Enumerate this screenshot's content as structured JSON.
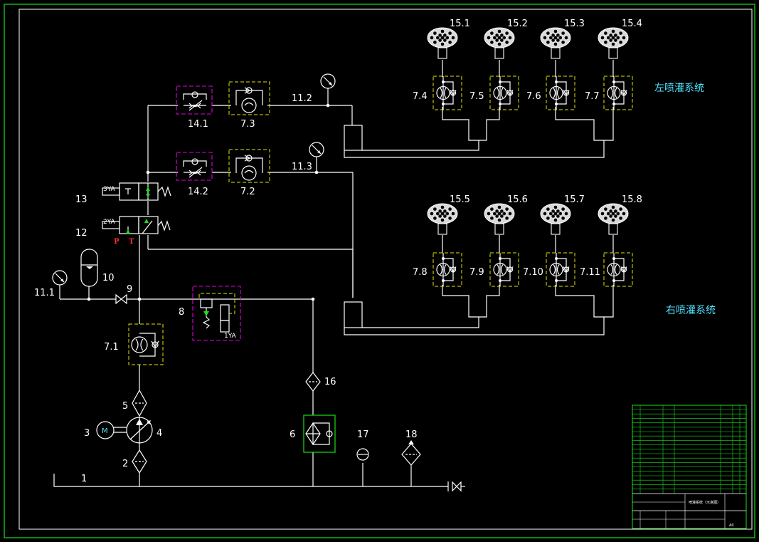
{
  "labels": {
    "c151": "15.1",
    "c152": "15.2",
    "c153": "15.3",
    "c154": "15.4",
    "c155": "15.5",
    "c156": "15.6",
    "c157": "15.7",
    "c158": "15.8",
    "c74": "7.4",
    "c75": "7.5",
    "c76": "7.6",
    "c77": "7.7",
    "c78": "7.8",
    "c79": "7.9",
    "c710": "7.10",
    "c711": "7.11",
    "c141": "14.1",
    "c142": "14.2",
    "c73": "7.3",
    "c72": "7.2",
    "c71": "7.1",
    "c112": "11.2",
    "c113": "11.3",
    "c111": "11.1",
    "c13": "13",
    "c12": "12",
    "c10": "10",
    "c9": "9",
    "c8": "8",
    "c5": "5",
    "c4": "4",
    "c3": "3",
    "c2": "2",
    "c1": "1",
    "c6": "6",
    "c16": "16",
    "c17": "17",
    "c18": "18"
  },
  "valve_tags": {
    "ya3": "3YA",
    "ya2": "2YA",
    "ya1": "1YA",
    "port_p": "P",
    "port_t": "T",
    "motor": "M"
  },
  "systems": {
    "left": "左喷灌系统",
    "right": "右喷灌系统"
  },
  "title_block": {
    "drawing_name": "喷灌系统（示意图）",
    "sheet": "A0"
  },
  "colors": {
    "frame": "#19e019",
    "lines": "#ffffff",
    "dashed_box": "#e6e600",
    "magenta_box": "#e000e0",
    "cyan_text": "#4fe3ff",
    "port_text": "#ff3030"
  }
}
